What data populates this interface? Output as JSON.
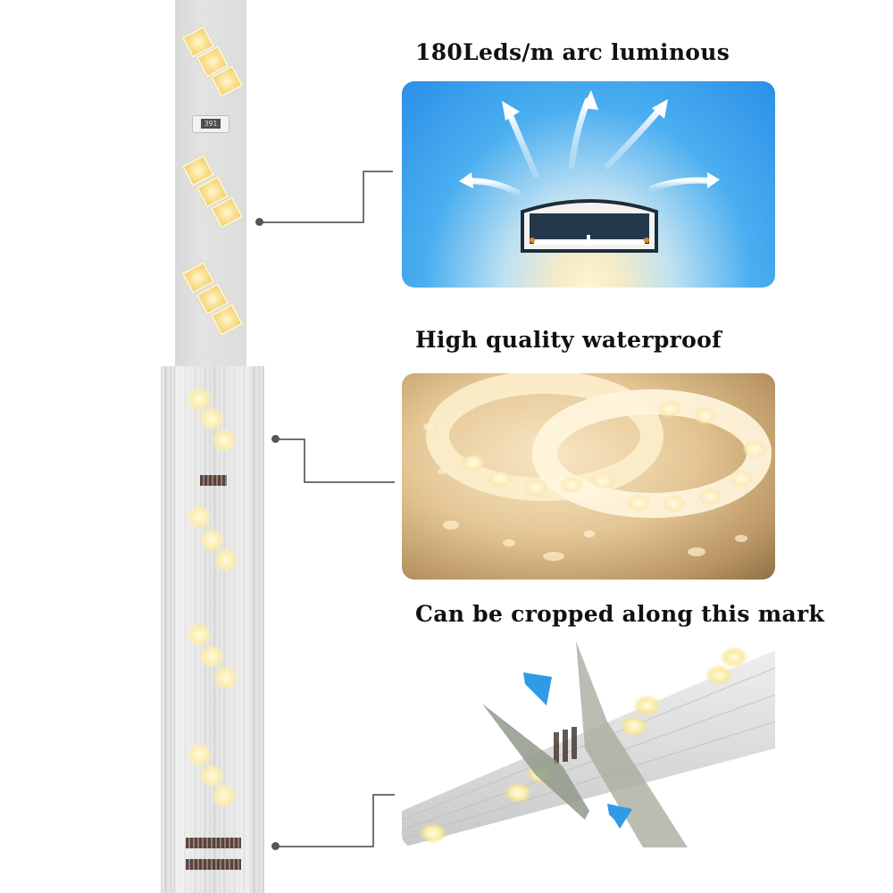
{
  "features": [
    {
      "heading": "180Leds/m arc luminous",
      "image": "arc-luminous-cross-section-icon"
    },
    {
      "heading": "High quality waterproof",
      "image": "waterproof-led-coil-photo"
    },
    {
      "heading": "Can be cropped along this mark",
      "image": "scissors-cut-mark-photo"
    }
  ],
  "strip": {
    "resistor_code": "391"
  },
  "colors": {
    "panel_blue": "#2b8fe8",
    "led_warm": "#fbe49a",
    "arrow_blue": "#2f9be6",
    "leader_line": "#444444"
  }
}
